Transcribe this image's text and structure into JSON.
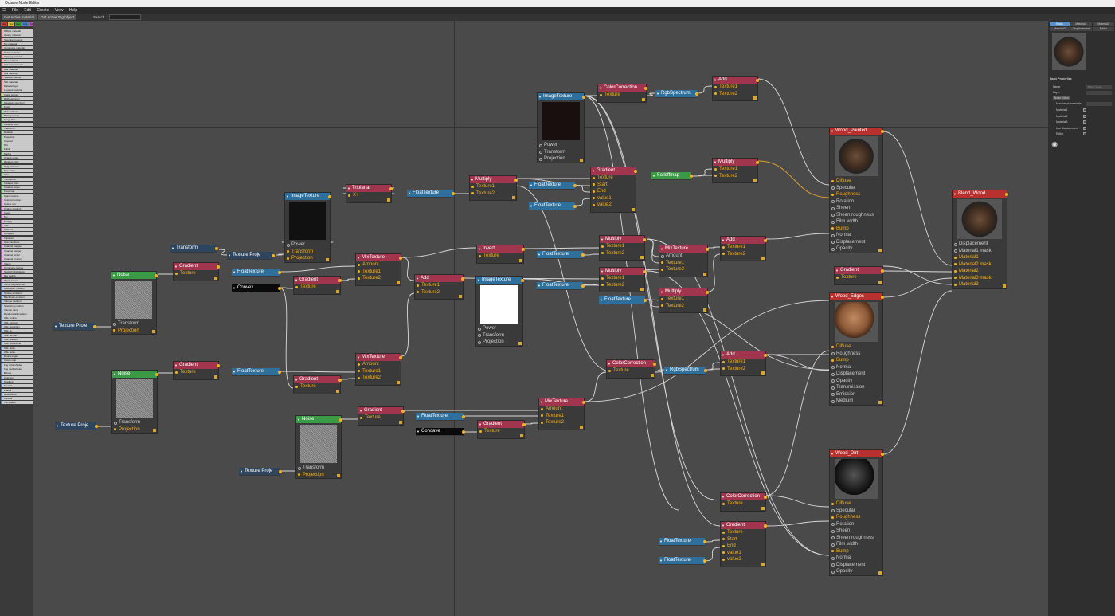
{
  "window": {
    "title": "Octane Node Editor"
  },
  "menu": [
    "File",
    "Edit",
    "Create",
    "View",
    "Help"
  ],
  "toolbar": {
    "btn1": "Get Active material",
    "btn2": "Get Active Tag/object",
    "search": "Search"
  },
  "palette": {
    "tabs": [
      "Mat",
      "Tex",
      "Gen",
      "COL",
      "Map",
      "Oth",
      "Env",
      "Emi",
      "Med",
      "C4D"
    ],
    "items": [
      "Diffuse material",
      "Glossy material",
      "Specular material",
      "Mix material",
      "Composite material",
      "Portal material",
      "Clipping material",
      "Toon material",
      "Universal material",
      "Hair material",
      "Null material",
      "Shadow catcher",
      "Sub material",
      "Material layer",
      "Layered material",
      "Image texture",
      "RGB spectrum",
      "Gaussian spectrum",
      "Float",
      "W Coordinate",
      "Baking texture",
      "Image tiles",
      "Instance color",
      "Transform",
      "Rotation",
      "Projection",
      "Checker",
      "Dirt",
      "Falloff",
      "Marble",
      "Octane noise",
      "Random color",
      "Ridged fractal",
      "Sine wave",
      "Side",
      "Turbulence",
      "Instance color",
      "Instance range",
      "Float map",
      "Clamp texture",
      "Color correction",
      "Cosine mix",
      "Octane gradient",
      "Invert",
      "Mix",
      "Multiply",
      "Add",
      "Subtract",
      "Compare",
      "Triplanar",
      "Uvw transform",
      "Channel mapper",
      "Channel merger",
      "Channel picker",
      "Channel inverter",
      "Clamp",
      "Composite texture",
      "Spotlight distribution",
      "Ray switch",
      "Displacement",
      "Vertex displacement",
      "Absorption medium",
      "Texture emission",
      "Blackbody emission",
      "Volume medium",
      "Scattering medium",
      "Volume ramp",
      "Randomwalk medium",
      "OSL texture",
      "OSL camera",
      "OSL projection",
      "OSL uv",
      "OSL normal",
      "OSL gradient",
      "OSL procedural",
      "OSL delay",
      "OSL noise",
      "Round edges",
      "Vertex map",
      "Fog color shader",
      "Fog multi shader",
      "Bitmap",
      "Colorizer",
      "Gradient",
      "Fresnel",
      "Fractal",
      "Reflectance",
      "Voronoi",
      "Tile shader"
    ]
  },
  "nodes": {
    "imageTexture1": {
      "title": "ImageTexture",
      "outs": [
        "Power",
        "Transform",
        "Projection"
      ]
    },
    "colorCorrection1": {
      "title": "ColorCorrection",
      "ports": [
        "Texture"
      ]
    },
    "rgbSpectrum1": {
      "title": "RgbSpectrum"
    },
    "add1": {
      "title": "Add",
      "ports": [
        "Texture1",
        "Texture2"
      ]
    },
    "multiply1": {
      "title": "Multiply",
      "ports": [
        "Texture1",
        "Texture2"
      ]
    },
    "gradient1": {
      "title": "Gradient",
      "ports": [
        "Texture",
        "Start",
        "End",
        "value1",
        "value2"
      ]
    },
    "falloffmap": {
      "title": "Falloffmap"
    },
    "multiply2": {
      "title": "Multiply",
      "ports": [
        "Texture1",
        "Texture2"
      ]
    },
    "triplanar": {
      "title": "Triplanar",
      "ports": [
        "X+"
      ]
    },
    "floatTexture1": {
      "title": "FloatTexture"
    },
    "floatTexture2": {
      "title": "FloatTexture"
    },
    "floatTexture3": {
      "title": "FloatTexture"
    },
    "imageTexture2": {
      "title": "ImageTexture",
      "outs": [
        "Power",
        "Transform",
        "Projection"
      ]
    },
    "transform": {
      "title": "Transform"
    },
    "textureProje1": {
      "title": "Texture Proje"
    },
    "gradient2": {
      "title": "Gradient",
      "ports": [
        "Texture"
      ]
    },
    "noise1": {
      "title": "Noise",
      "outs": [
        "Transform",
        "Projection"
      ]
    },
    "textureProje2": {
      "title": "Texture Proje"
    },
    "floatTexture4": {
      "title": "FloatTexture"
    },
    "convex": {
      "title": "Convex"
    },
    "gradient3": {
      "title": "Gradient",
      "ports": [
        "Texture"
      ]
    },
    "mixTexture1": {
      "title": "MixTexture",
      "ports": [
        "Amount",
        "Texture1",
        "Texture2"
      ]
    },
    "invert": {
      "title": "Invert",
      "ports": [
        "Texture"
      ]
    },
    "floatTexture5": {
      "title": "FloatTexture"
    },
    "add2": {
      "title": "Add",
      "ports": [
        "Texture1",
        "Texture2"
      ]
    },
    "imageTexture3": {
      "title": "ImageTexture",
      "outs": [
        "Power",
        "Transform",
        "Projection"
      ]
    },
    "floatTexture6": {
      "title": "FloatTexture"
    },
    "multiply3": {
      "title": "Multiply",
      "ports": [
        "Texture1",
        "Texture2"
      ]
    },
    "multiply4": {
      "title": "Multiply",
      "ports": [
        "Texture1",
        "Texture2"
      ]
    },
    "floatTexture7": {
      "title": "FloatTexture"
    },
    "mixTexture2": {
      "title": "MixTexture",
      "ports": [
        "Amount",
        "Texture1",
        "Texture2"
      ]
    },
    "multiply5": {
      "title": "Multiply",
      "ports": [
        "Texture1",
        "Texture2"
      ]
    },
    "add3": {
      "title": "Add",
      "ports": [
        "Texture1",
        "Texture2"
      ]
    },
    "gradient4": {
      "title": "Gradient",
      "ports": [
        "Texture"
      ]
    },
    "gradient5": {
      "title": "Gradient",
      "ports": [
        "Texture"
      ]
    },
    "noise2": {
      "title": "Noise",
      "outs": [
        "Transform",
        "Projection"
      ]
    },
    "textureProje3": {
      "title": "Texture Proje"
    },
    "floatTexture8": {
      "title": "FloatTexture"
    },
    "gradient6": {
      "title": "Gradient",
      "ports": [
        "Texture"
      ]
    },
    "mixTexture3": {
      "title": "MixTexture",
      "ports": [
        "Amount",
        "Texture1",
        "Texture2"
      ]
    },
    "colorCorrection2": {
      "title": "ColorCorrection",
      "ports": [
        "Texture"
      ]
    },
    "rgbSpectrum2": {
      "title": "RgbSpectrum"
    },
    "add4": {
      "title": "Add",
      "ports": [
        "Texture1",
        "Texture2"
      ]
    },
    "gradient7": {
      "title": "Gradient",
      "ports": [
        "Texture"
      ]
    },
    "noise3": {
      "title": "Noise",
      "outs": [
        "Transform",
        "Projection"
      ]
    },
    "textureProje4": {
      "title": "Texture Proje"
    },
    "floatTexture9": {
      "title": "FloatTexture"
    },
    "concave": {
      "title": "Concave"
    },
    "gradient8": {
      "title": "Gradient",
      "ports": [
        "Texture"
      ]
    },
    "mixTexture4": {
      "title": "MixTexture",
      "ports": [
        "Amount",
        "Texture1",
        "Texture2"
      ]
    },
    "colorCorrection3": {
      "title": "ColorCorrection",
      "ports": [
        "Texture"
      ]
    },
    "gradient9": {
      "title": "Gradient",
      "ports": [
        "Texture",
        "Start",
        "End",
        "value1",
        "value2"
      ]
    },
    "floatTexture10": {
      "title": "FloatTexture"
    },
    "floatTexture11": {
      "title": "FloatTexture"
    },
    "woodPainted": {
      "title": "Wood_Painted",
      "ports": [
        "Diffuse",
        "Specular",
        "Roughness",
        "Rotation",
        "Sheen",
        "Sheen roughness",
        "Film width",
        "Bump",
        "Normal",
        "Displacement",
        "Opacity"
      ]
    },
    "woodEdges": {
      "title": "Wood_Edges",
      "ports": [
        "Diffuse",
        "Roughness",
        "Bump",
        "Normal",
        "Displacement",
        "Opacity",
        "Transmission",
        "Emission",
        "Medium"
      ]
    },
    "woodDirt": {
      "title": "Wood_Dirt",
      "ports": [
        "Diffuse",
        "Specular",
        "Roughness",
        "Rotation",
        "Sheen",
        "Sheen roughness",
        "Film width",
        "Bump",
        "Normal",
        "Displacement",
        "Opacity"
      ]
    },
    "blendWood": {
      "title": "Blend_Wood",
      "ports": [
        "Displacement",
        "Material1 mask",
        "Material1",
        "Material2 mask",
        "Material2",
        "Material3 mask",
        "Material3"
      ]
    }
  },
  "right_panel": {
    "tabs": [
      "Basic",
      "Material1",
      "Material2",
      "Material3",
      "Displacement",
      "Editor"
    ],
    "section": "Basic Properties",
    "name_label": "Name",
    "name_value": "Blend_Wood",
    "layer_label": "Layer",
    "node_editor": "Node Editor",
    "num_label": "Number of materials",
    "checks": [
      "Material1",
      "Material2",
      "Material3",
      "Use displacement",
      "Editor"
    ]
  }
}
